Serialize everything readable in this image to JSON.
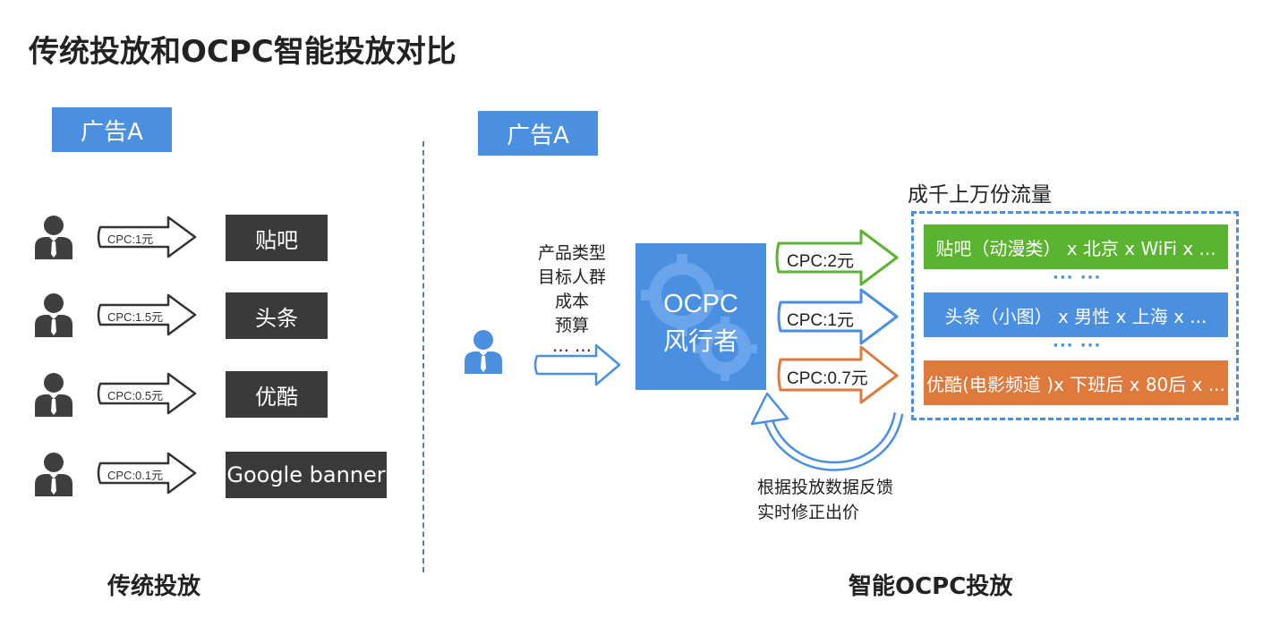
{
  "title": "传统投放和OCPC智能投放对比",
  "traditional": {
    "ad_label": "广告A",
    "rows": [
      {
        "cpc": "CPC:1元",
        "platform": "贴吧"
      },
      {
        "cpc": "CPC:1.5元",
        "platform": "头条"
      },
      {
        "cpc": "CPC:0.5元",
        "platform": "优酷"
      },
      {
        "cpc": "CPC:0.1元",
        "platform": "Google banner"
      }
    ],
    "footer": "传统投放"
  },
  "smart": {
    "ad_label": "广告A",
    "inputs": [
      "产品类型",
      "目标人群",
      "成本",
      "预算",
      "… …"
    ],
    "engine": {
      "line1": "OCPC",
      "line2": "风行者"
    },
    "arrows": [
      {
        "cpc": "CPC:2元",
        "color": "#5bb431"
      },
      {
        "cpc": "CPC:1元",
        "color": "#4a8fe0"
      },
      {
        "cpc": "CPC:0.7元",
        "color": "#e07a3c"
      }
    ],
    "traffic_title": "成千上万份流量",
    "traffic": [
      {
        "text": "贴吧（动漫类） x 北京 x WiFi x ...",
        "color": "#5bb431"
      },
      {
        "text": "头条（小图） x 男性 x 上海 x ...",
        "color": "#4a8fe0"
      },
      {
        "text": "优酷(电影频道 )x 下班后 x 80后 x ...",
        "color": "#e07a3c"
      }
    ],
    "ellipsis": "··· ···",
    "feedback": [
      "根据投放数据反馈",
      "实时修正出价"
    ],
    "footer": "智能OCPC投放"
  },
  "colors": {
    "accent_blue": "#4a8fe0",
    "dark_box": "#3a3a3a",
    "person_gray": "#3f3f3f"
  }
}
